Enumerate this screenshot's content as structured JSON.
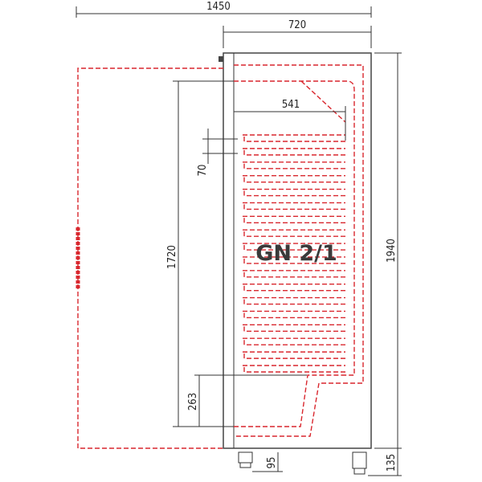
{
  "dimensions": {
    "total_width_open": "1450",
    "cabinet_depth": "720",
    "interior_depth": "541",
    "tray_spacing": "70",
    "interior_height": "1720",
    "bottom_clearance": "263",
    "overall_height": "1940",
    "leg_height_total": "135",
    "leg_height": "95"
  },
  "label": "GN 2/1",
  "colors": {
    "outline": "#444444",
    "swing_and_interior": "#d9272e",
    "label": "#3a3a3a"
  },
  "tray_count": 18
}
